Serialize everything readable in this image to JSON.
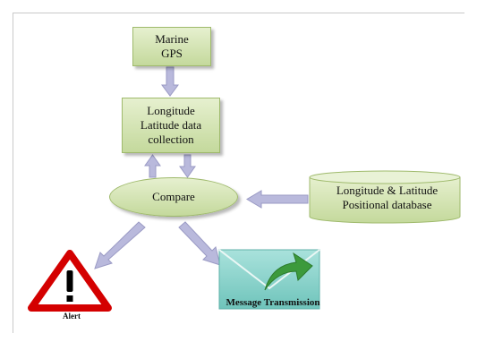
{
  "nodes": {
    "gps": "Marine\nGPS",
    "collection": "Longitude\nLatitude data\ncollection",
    "compare": "Compare",
    "database": "Longitude & Latitude\nPositional database",
    "message": "Message Transmission",
    "alert": "Alert"
  },
  "icons": {
    "alert": "warning-triangle-icon",
    "message": "envelope-arrow-icon"
  },
  "colors": {
    "node_fill": "#d6e6b8",
    "node_border": "#9fba6c",
    "arrow": "#b9b9dc",
    "alert_red": "#d40000",
    "envelope_teal": "#8fd3cc",
    "envelope_arrow": "#3c9a3c"
  }
}
